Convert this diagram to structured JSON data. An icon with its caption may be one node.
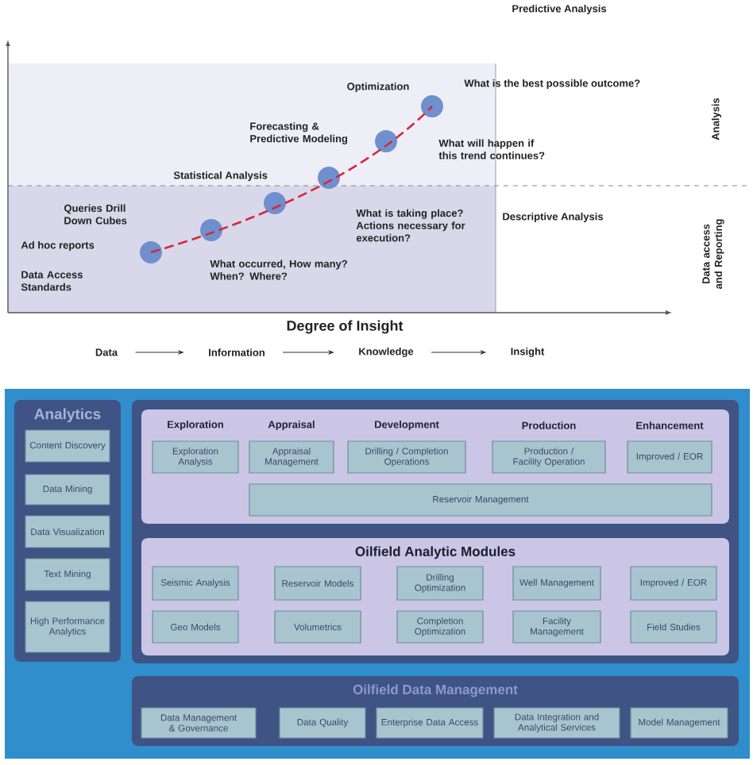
{
  "diagram": {
    "nodes": [
      {
        "text": [
          "Analytics"
        ]
      },
      {
        "text": [
          "Content Discovery"
        ],
        "in": 0
      },
      {
        "text": [
          "Data Mining"
        ],
        "in": 0
      },
      {
        "text": [
          "Data Visualization"
        ],
        "in": 0
      },
      {
        "text": [
          "Text Mining"
        ],
        "in": 0
      },
      {
        "text": [
          "High Performance Analytics"
        ],
        "in": 0
      },
      {
        "text": [],
        "shape": "box"
      },
      {
        "text": [],
        "shape": "box",
        "in": 6
      },
      {
        "text": [
          "Exploration Analysis"
        ],
        "beside": [
          "Exploration"
        ],
        "in": 7
      },
      {
        "text": [
          "Appraisal Management"
        ],
        "beside": [
          "Appraisal"
        ],
        "in": 7
      },
      {
        "text": [
          "Drilling / Completion Operations"
        ],
        "beside": [
          "Development"
        ],
        "in": 7
      },
      {
        "text": [
          "Production / Facility Operation"
        ],
        "beside": [
          "Production"
        ],
        "in": 7
      },
      {
        "text": [
          "Improved / EOR"
        ],
        "beside": [
          "Enhancement"
        ],
        "in": 7
      },
      {
        "text": [
          "Reservoir Management"
        ],
        "in": 7
      },
      {
        "text": [
          "Oilfield Analytic Modules"
        ],
        "in": 6
      },
      {
        "text": [
          "Seismic Analysis"
        ],
        "in": 14
      },
      {
        "text": [
          "Reservoir Models"
        ],
        "in": 14
      },
      {
        "text": [
          "Drilling Optimization"
        ],
        "in": 14
      },
      {
        "text": [
          "Well Management"
        ],
        "in": 14
      },
      {
        "text": [
          "Improved / EOR"
        ],
        "in": 14
      },
      {
        "text": [
          "Geo Models"
        ],
        "in": 14
      },
      {
        "text": [
          "Volumetrics"
        ],
        "in": 14
      },
      {
        "text": [
          "Completion Optimization"
        ],
        "in": 14
      },
      {
        "text": [
          "Facility Management"
        ],
        "in": 14
      },
      {
        "text": [
          "Field Studies"
        ],
        "in": 14
      },
      {
        "text": [
          "Oilfield Data Management"
        ]
      },
      {
        "text": [
          "Data Management & Governance"
        ],
        "in": 25
      },
      {
        "text": [
          "Data Quality"
        ],
        "in": 25
      },
      {
        "text": [
          "Enterprise Data Access"
        ],
        "in": 25
      },
      {
        "text": [
          "Data Integration and Analytical Services"
        ],
        "in": 25
      },
      {
        "text": [
          "Model Management"
        ],
        "in": 25
      },
      {
        "text": [
          "Data"
        ]
      },
      {
        "text": [
          "Information"
        ]
      },
      {
        "text": [
          "Knowledge"
        ]
      },
      {
        "text": [
          "Insight"
        ]
      }
    ],
    "edges": [
      {
        "from": 31,
        "to": 32,
        "arrow": "to"
      },
      {
        "from": 32,
        "to": 33,
        "arrow": "to"
      },
      {
        "from": 33,
        "to": 34,
        "arrow": "to"
      }
    ],
    "labels": [
      "Predictive Analysis",
      "Optimization",
      "What is the best possible outcome?",
      "Analysis",
      "Forecasting & Predictive Modeling",
      "What will happen if this trend continues?",
      "Statistical Analysis",
      "Queries Drill Down Cubes",
      "What is taking place? Actions necessary for execution?",
      "Descriptive Analysis",
      "Data access and Reporting",
      "Ad hoc reports",
      "What occurred, How many? When? Where?",
      "Data Access Standards",
      "Degree of Insight"
    ]
  }
}
